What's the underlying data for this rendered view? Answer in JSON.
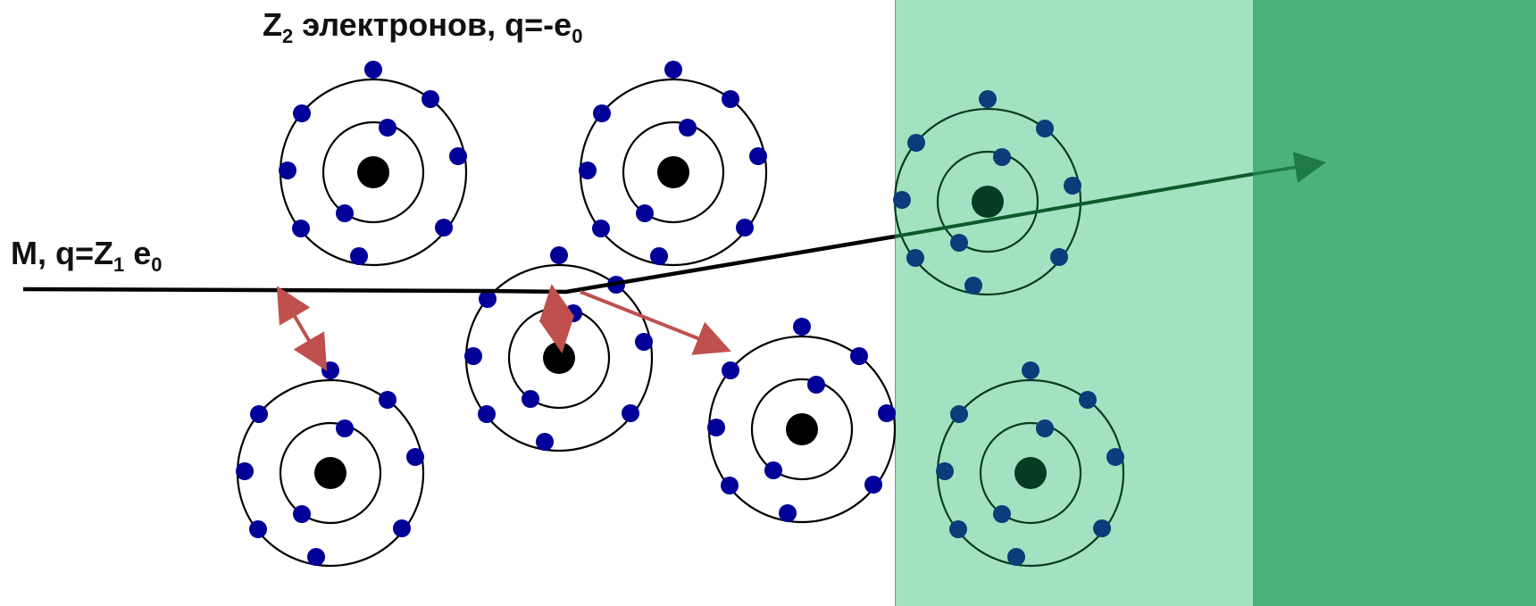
{
  "labels": {
    "electrons": {
      "symbol": "Z",
      "sub": "2",
      "text": " электронов, q=-e",
      "sub2": "0"
    },
    "particle": {
      "prefix": "M, q=Z",
      "sub": "1",
      "mid": " e",
      "sub2": "0"
    }
  },
  "colors": {
    "band_light": "#a3e2c0",
    "band_dark": "#4bb27a",
    "electron": "#000099",
    "electron_in_band": "#0a3d7a",
    "nucleus": "#000000",
    "nucleus_in_band": "#063d22",
    "orbit": "#000000",
    "orbit_in_band": "#0b3b22",
    "trajectory": "#000000",
    "trajectory_in_band": "#0f5a2d",
    "arrow_head": "#1f7a44",
    "interaction": "#c0504d"
  },
  "atoms": [
    {
      "name": "atom-top-left",
      "region": "vacuum"
    },
    {
      "name": "atom-top-middle",
      "region": "vacuum"
    },
    {
      "name": "atom-center",
      "region": "vacuum"
    },
    {
      "name": "atom-bottom-left",
      "region": "vacuum"
    },
    {
      "name": "atom-bottom-right",
      "region": "vacuum"
    },
    {
      "name": "atom-band-upper",
      "region": "band"
    },
    {
      "name": "atom-band-lower",
      "region": "band"
    }
  ]
}
